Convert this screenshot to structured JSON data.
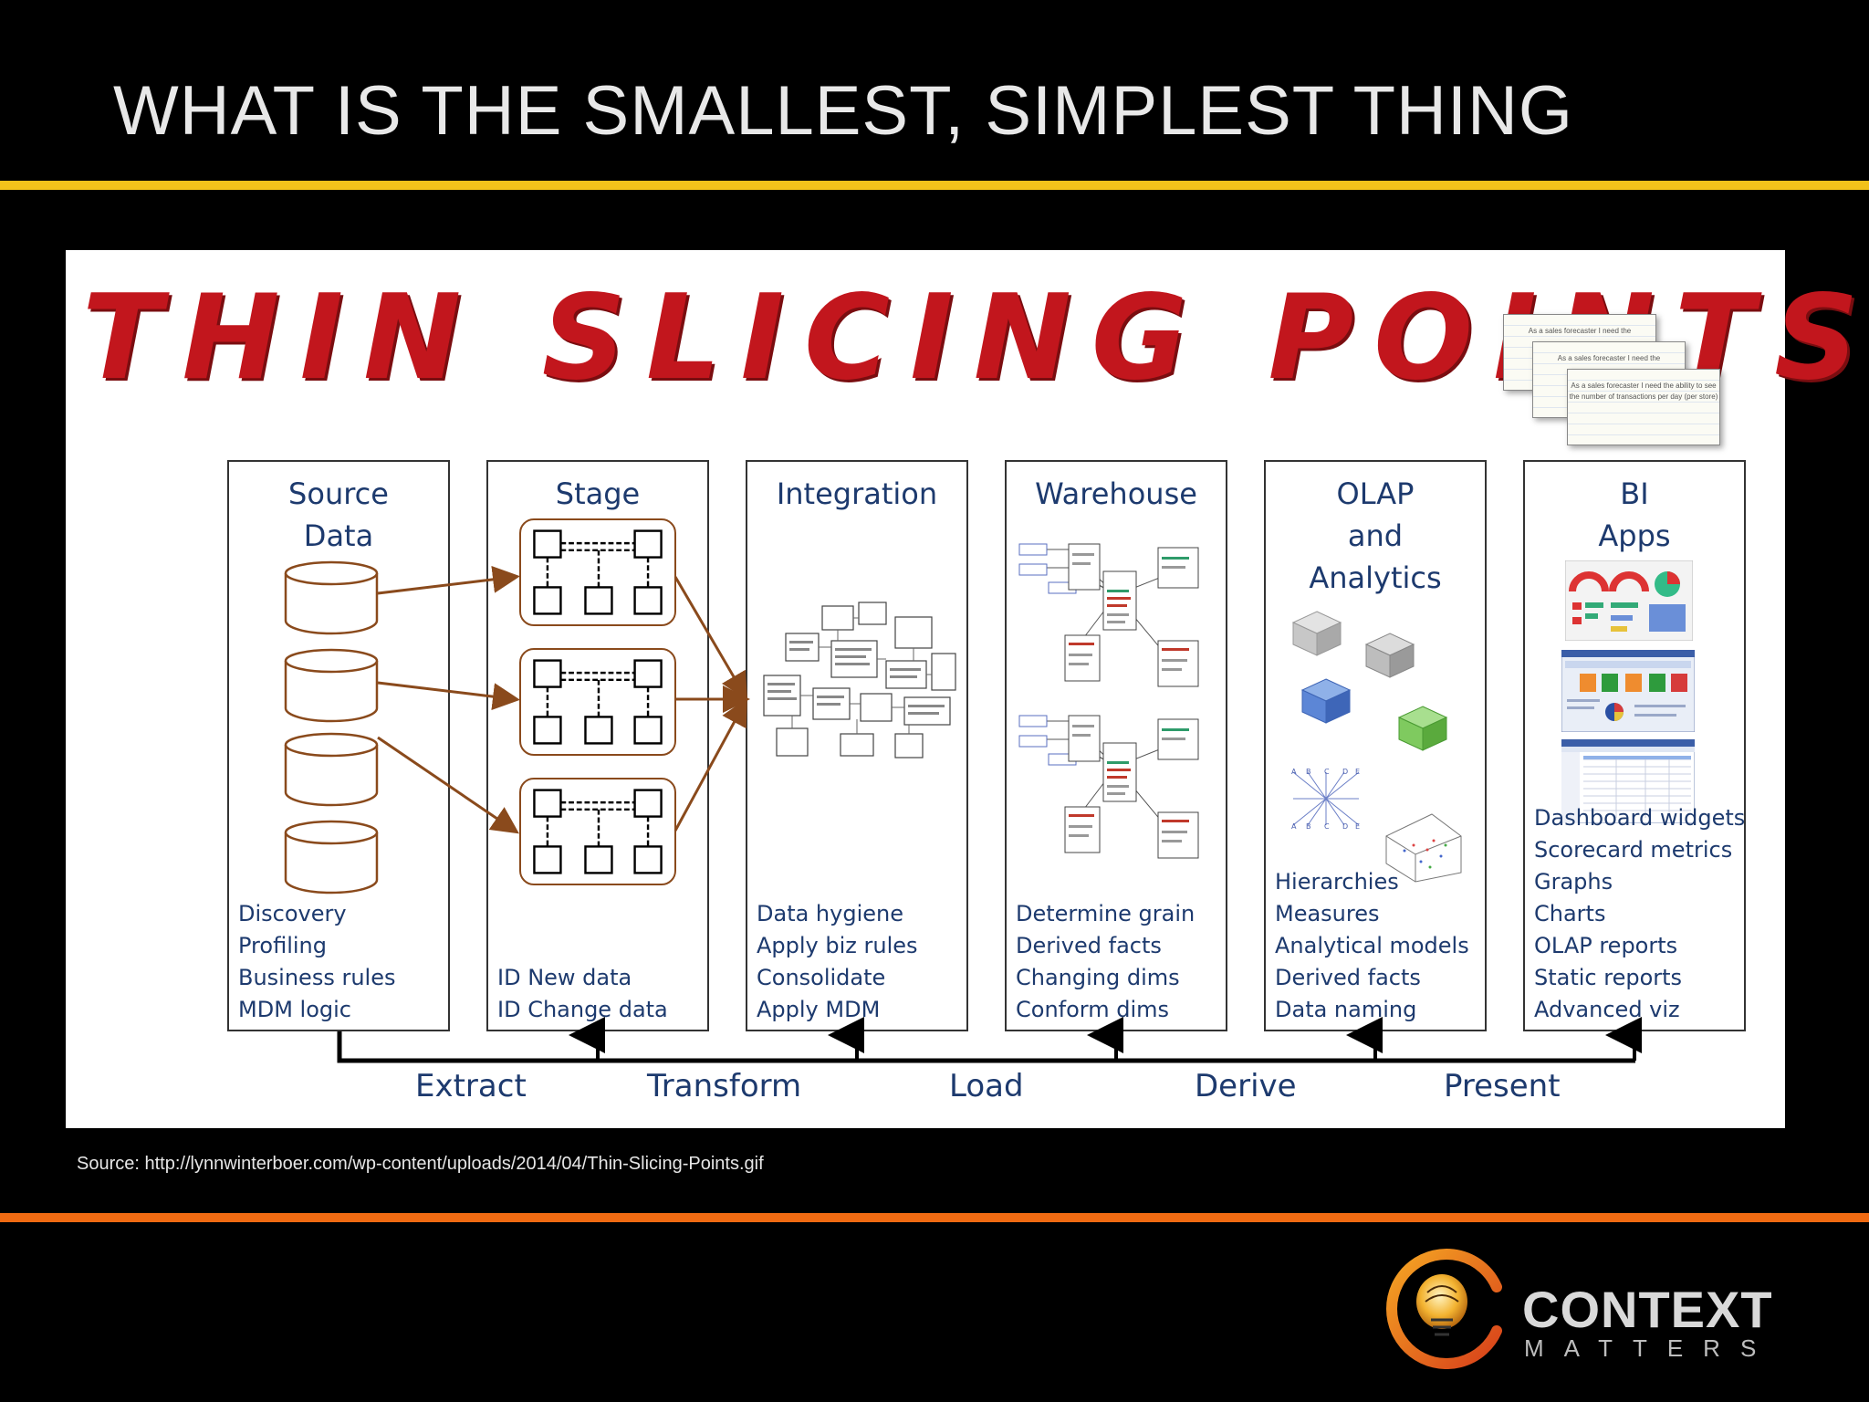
{
  "slide": {
    "title": "WHAT IS THE SMALLEST, SIMPLEST THING",
    "source": "Source: http://lynnwinterboer.com/wp-content/uploads/2014/04/Thin-Slicing-Points.gif"
  },
  "diagram": {
    "title": "THIN SLICING POINTS",
    "story_cards": [
      "As a sales forecaster I need the",
      "As a sales forecaster I need the",
      "As a sales forecaster I need the ability to see the number of transactions per day (per store)"
    ],
    "columns": [
      {
        "heading": [
          "Source",
          "Data"
        ],
        "items": [
          "Discovery",
          "Profiling",
          "Business rules",
          "MDM logic"
        ]
      },
      {
        "heading": [
          "Stage"
        ],
        "items": [
          "ID New data",
          "ID Change data"
        ]
      },
      {
        "heading": [
          "Integration"
        ],
        "items": [
          "Data hygiene",
          "Apply biz rules",
          "Consolidate",
          "Apply MDM"
        ]
      },
      {
        "heading": [
          "Warehouse"
        ],
        "items": [
          "Determine grain",
          "Derived facts",
          "Changing dims",
          "Conform dims"
        ]
      },
      {
        "heading": [
          "OLAP",
          "and",
          "Analytics"
        ],
        "items": [
          "Hierarchies",
          "Measures",
          "Analytical models",
          "Derived facts",
          "Data naming"
        ]
      },
      {
        "heading": [
          "BI",
          "Apps"
        ],
        "items": [
          "Dashboard widgets",
          "Scorecard metrics",
          "Graphs",
          "Charts",
          "OLAP reports",
          "Static reports",
          "Advanced viz"
        ]
      }
    ],
    "phases": [
      "Extract",
      "Transform",
      "Load",
      "Derive",
      "Present"
    ]
  },
  "logo": {
    "main": "CONTEXT",
    "sub": "MATTERS"
  },
  "colors": {
    "accent_yellow": "#f2c21b",
    "accent_orange": "#ef6a12",
    "title_red": "#c2161d",
    "text_blue": "#1d3a6e",
    "arrow_brown": "#8a4a1c"
  }
}
